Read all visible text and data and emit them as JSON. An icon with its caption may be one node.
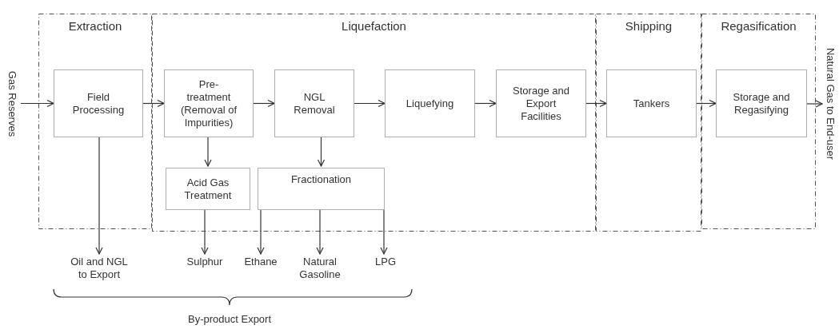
{
  "diagram": {
    "nodes": [
      {
        "text": [
          "Gas Reserves"
        ]
      },
      {
        "text": [
          "Extraction"
        ]
      },
      {
        "text": [
          "Field Processing"
        ],
        "in": 1
      },
      {
        "text": [
          "Liquefaction"
        ]
      },
      {
        "text": [
          "Pre-treatment (Removal of Impurities)"
        ],
        "in": 3
      },
      {
        "text": [
          "NGL Removal"
        ],
        "in": 3
      },
      {
        "text": [
          "Liquefying"
        ],
        "in": 3
      },
      {
        "text": [
          "Storage and Export Facilities"
        ],
        "in": 3
      },
      {
        "text": [
          "Acid Gas Treatment"
        ],
        "in": 3
      },
      {
        "text": [
          "Fractionation"
        ],
        "in": 3
      },
      {
        "text": [
          "Shipping"
        ]
      },
      {
        "text": [
          "Tankers"
        ],
        "in": 10
      },
      {
        "text": [
          "Regasification"
        ]
      },
      {
        "text": [
          "Storage and Regasifying"
        ],
        "in": 12
      },
      {
        "text": [
          "Natural Gas to End-user"
        ]
      },
      {
        "text": [
          "Oil and NGL to Export"
        ]
      },
      {
        "text": [
          "Sulphur"
        ]
      },
      {
        "text": [
          "Ethane"
        ]
      },
      {
        "text": [
          "Natural Gasoline"
        ]
      },
      {
        "text": [
          "LPG"
        ]
      }
    ],
    "edges": [
      {
        "from": 0,
        "to": 2,
        "arrow": "to"
      },
      {
        "from": 2,
        "to": 4,
        "arrow": "to"
      },
      {
        "from": 4,
        "to": 5,
        "arrow": "to"
      },
      {
        "from": 5,
        "to": 6,
        "arrow": "to"
      },
      {
        "from": 6,
        "to": 7,
        "arrow": "to"
      },
      {
        "from": 7,
        "to": 11,
        "arrow": "to"
      },
      {
        "from": 11,
        "to": 13,
        "arrow": "to"
      },
      {
        "from": 13,
        "to": 14,
        "arrow": "to"
      },
      {
        "from": 4,
        "to": 8,
        "arrow": "to"
      },
      {
        "from": 5,
        "to": 9,
        "arrow": "to"
      },
      {
        "from": 2,
        "to": 15,
        "arrow": "to"
      },
      {
        "from": 8,
        "to": 16,
        "arrow": "to"
      },
      {
        "from": 9,
        "to": 17,
        "arrow": "to"
      },
      {
        "from": 9,
        "to": 18,
        "arrow": "to"
      },
      {
        "from": 9,
        "to": 19,
        "arrow": "to"
      }
    ],
    "labels": [
      "By-product Export"
    ]
  }
}
